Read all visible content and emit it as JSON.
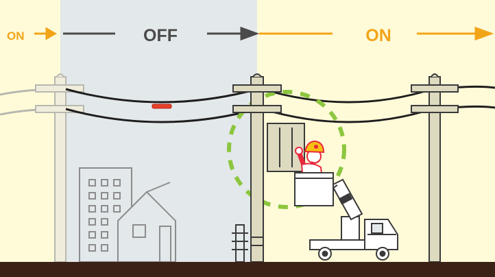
{
  "labels": {
    "left_on": "ON",
    "off": "OFF",
    "right_on": "ON"
  },
  "colors": {
    "background_on": "#fffbd9",
    "background_off": "#e3e8ea",
    "on_text": "#f2a418",
    "off_text": "#4a4a4a",
    "ground": "#3a2216",
    "pole_fill": "#dedac0",
    "pole_stroke": "#3a3a3a",
    "worker_red": "#e8283c",
    "helmet_yellow": "#f5c211",
    "work_highlight": "#8cc63f",
    "fault_marker": "#e8402a"
  },
  "icons": [
    "utility-pole-icon",
    "building-icon",
    "house-icon",
    "bucket-truck-icon",
    "lineworker-icon",
    "transformer-icon",
    "work-highlight-ring-icon"
  ]
}
